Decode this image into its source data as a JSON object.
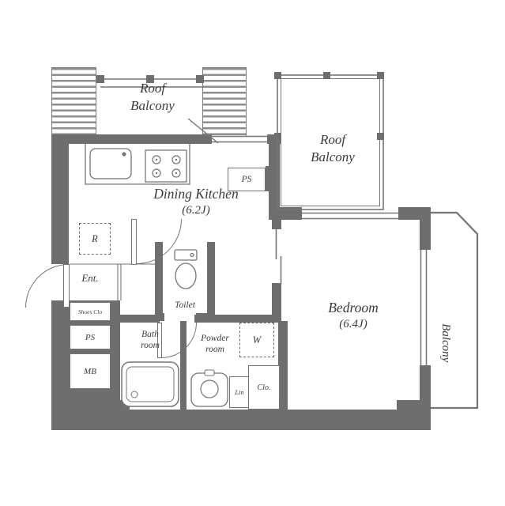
{
  "colors": {
    "wall": "#6e6e6e",
    "line": "#757575",
    "text": "#3c3c3c"
  },
  "rooms": {
    "roof_balcony_left": {
      "line1": "Roof",
      "line2": "Balcony"
    },
    "roof_balcony_right": {
      "line1": "Roof",
      "line2": "Balcony"
    },
    "dining_kitchen": {
      "name": "Dining Kitchen",
      "size": "(6.2J)"
    },
    "bedroom": {
      "name": "Bedroom",
      "size": "(6.4J)"
    },
    "balcony": {
      "name": "Balcony"
    },
    "entrance": {
      "name": "Ent."
    },
    "shoes_closet": {
      "name": "Shoes Clo"
    },
    "toilet": {
      "name": "Toilet"
    },
    "bath_room": {
      "line1": "Bath",
      "line2": "room"
    },
    "powder_room": {
      "line1": "Powder",
      "line2": "room"
    },
    "linen": {
      "name": "Lin"
    },
    "closet": {
      "name": "Clo."
    }
  },
  "fixtures": {
    "refrigerator": {
      "label": "R"
    },
    "washer": {
      "label": "W"
    },
    "pipe_space_top": {
      "label": "PS"
    },
    "pipe_space_left": {
      "label": "PS"
    },
    "meter_box": {
      "label": "MB"
    }
  }
}
